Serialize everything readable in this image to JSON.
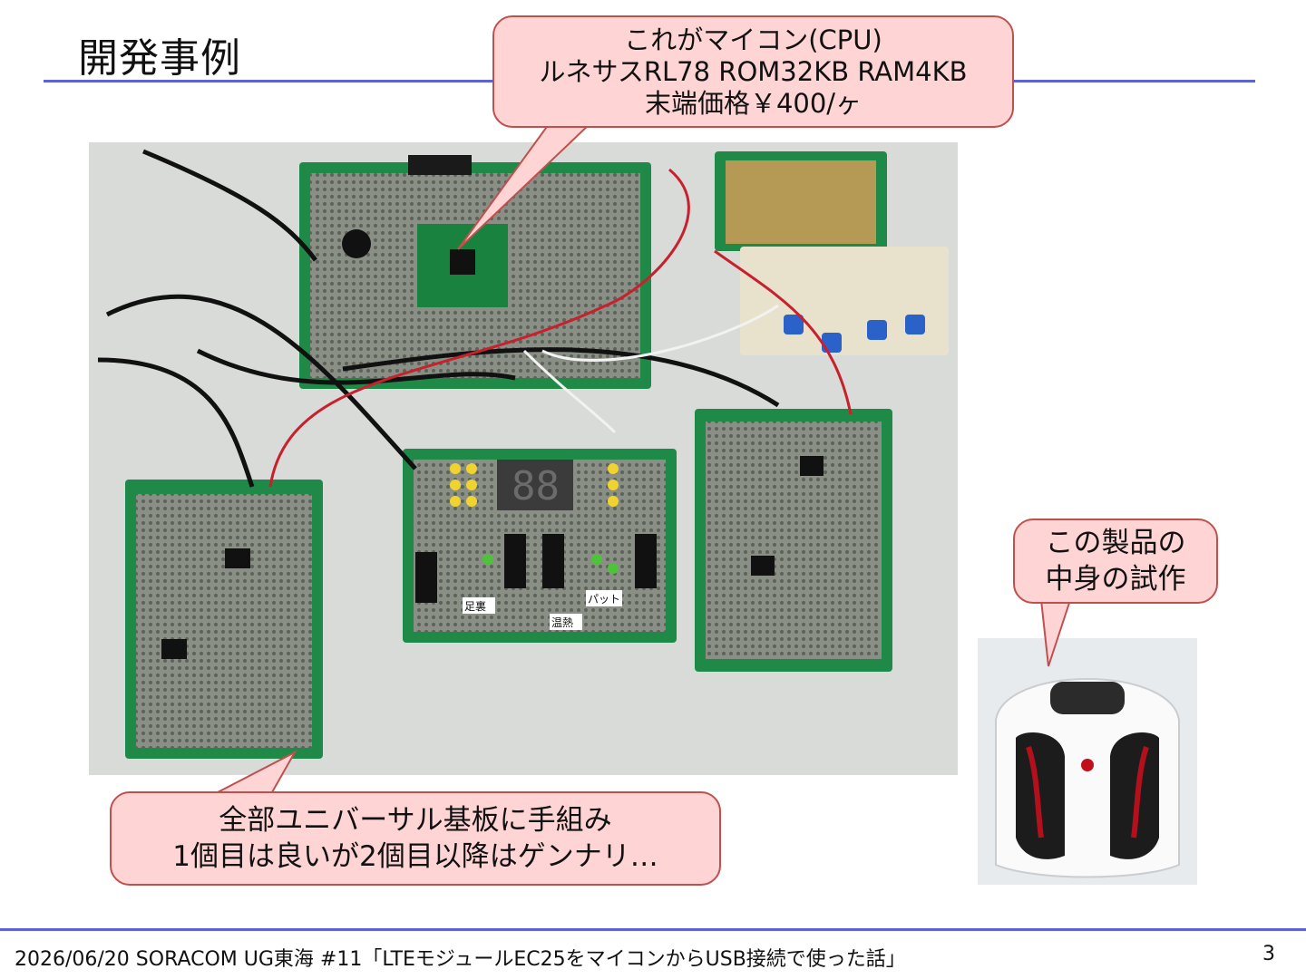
{
  "slide": {
    "title": "開発事例",
    "footer": "2026/06/20 SORACOM UG東海 #11「LTEモジュールEC25をマイコンからUSB接続で使った話」",
    "page_number": "3"
  },
  "callouts": {
    "cpu": [
      "これがマイコン(CPU)",
      "ルネサスRL78 ROM32KB RAM4KB",
      "末端価格￥400/ヶ"
    ],
    "universal": [
      "全部ユニバーサル基板に手組み",
      "1個目は良いが2個目以降はゲンナリ…"
    ],
    "product": [
      "この製品の",
      "中身の試作"
    ]
  },
  "photo_labels": {
    "led_left": "足裏",
    "led_right": "パット",
    "led_bottom": "温熱"
  },
  "colors": {
    "accent_line": "#5b63d6",
    "callout_fill": "#ffd4d4",
    "callout_border": "#c0504d",
    "pcb_green": "#1e8a4a"
  }
}
